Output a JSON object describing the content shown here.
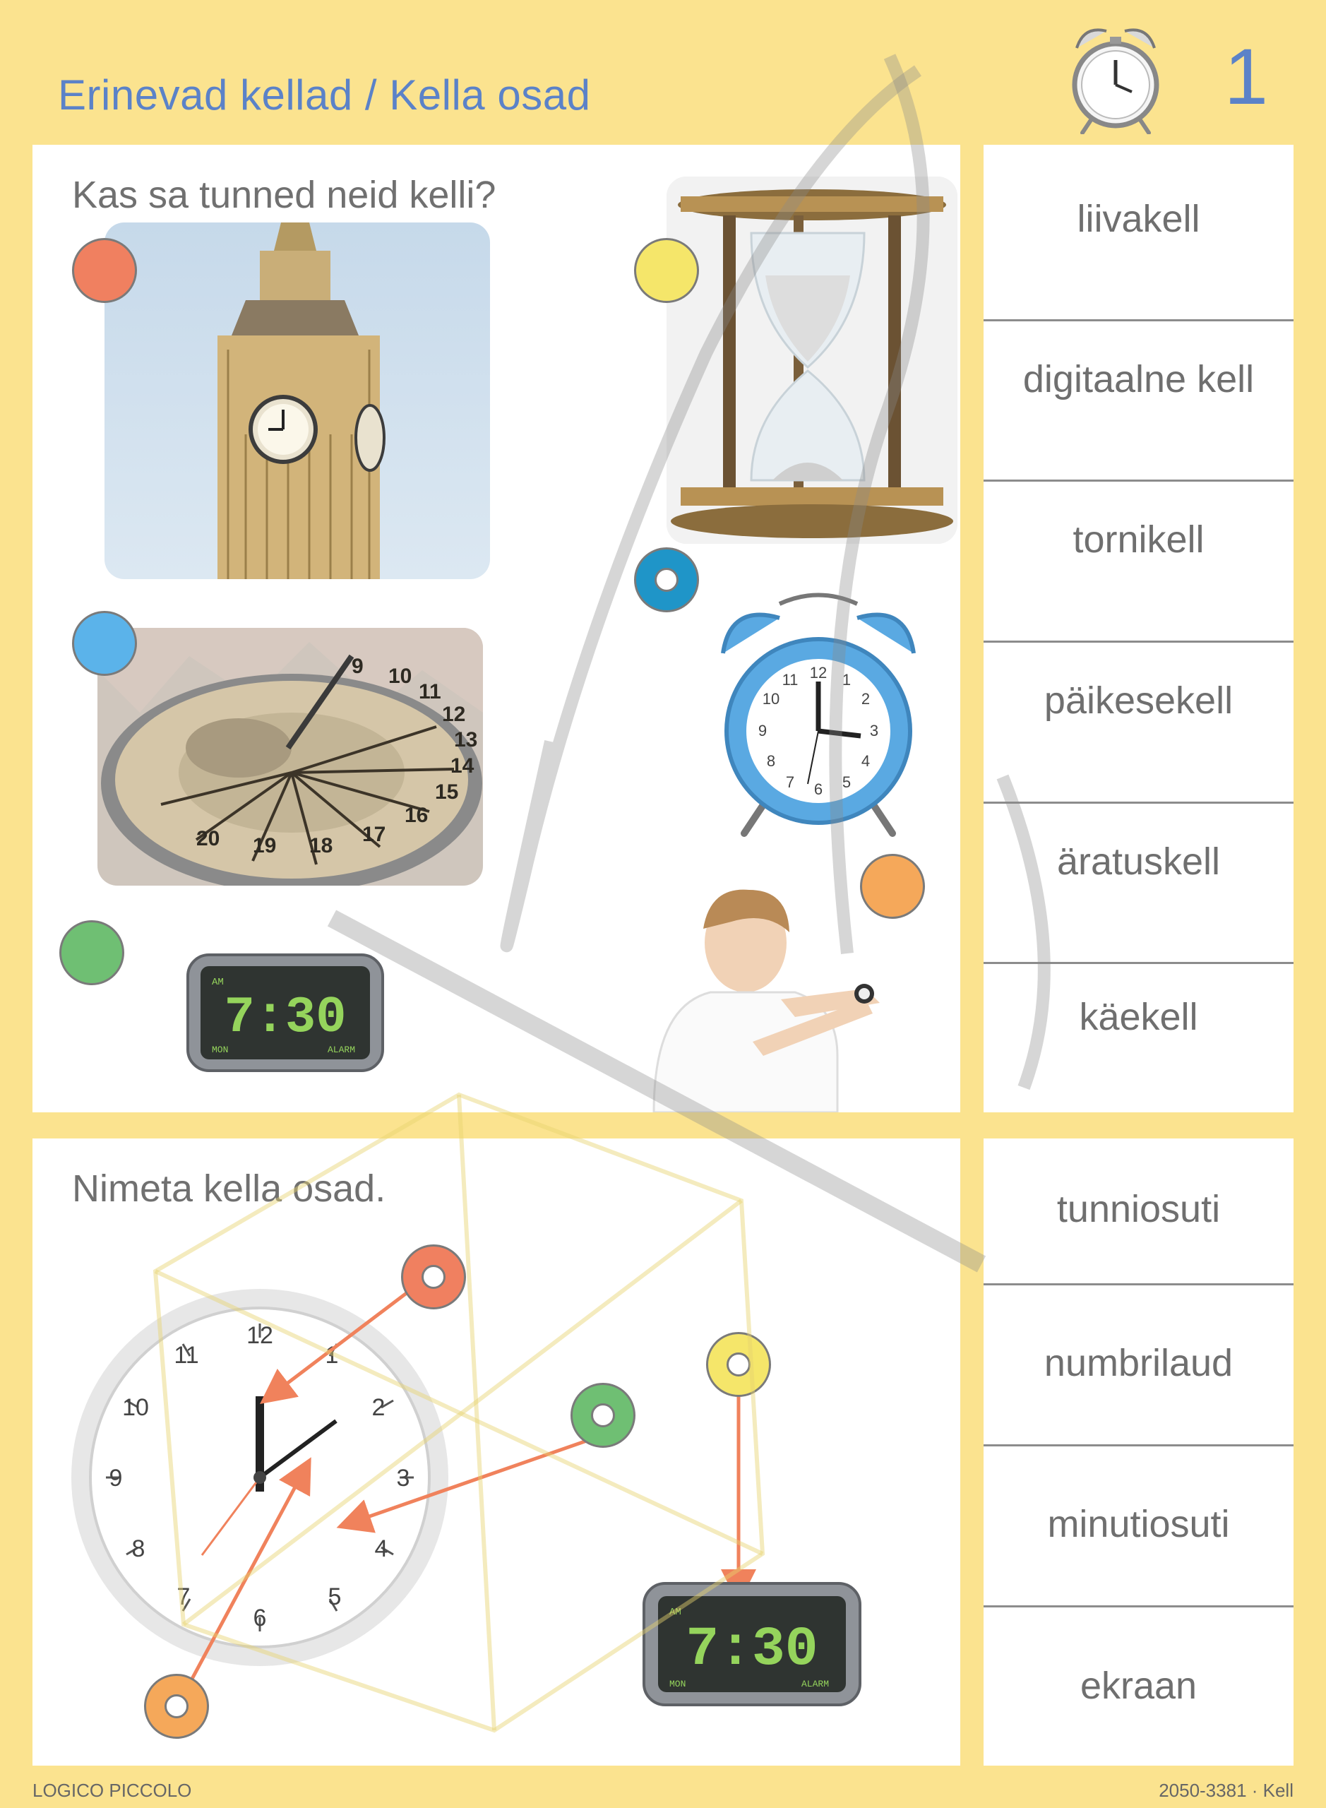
{
  "header": {
    "title": "Erinevad kellad / Kella osad",
    "page_number": "1",
    "icon": "alarm-clock-icon"
  },
  "section1": {
    "prompt": "Kas sa tunned neid kelli?",
    "labels": [
      "liivakell",
      "digitaalne kell",
      "tornikell",
      "päikesekell",
      "äratuskell",
      "käekell"
    ],
    "images": [
      "tower-clock",
      "hourglass",
      "sundial",
      "alarm-clock",
      "digital-alarm-clock",
      "wristwatch-boy"
    ],
    "marker_colors": {
      "orange": "#F08060",
      "yellow": "#F5E66A",
      "blue": "#5BB3EA",
      "teal": "#1F95C8",
      "light-orange": "#F5A85A",
      "green": "#6FBF73"
    },
    "sundial_numbers": [
      "20",
      "19",
      "18",
      "17",
      "16",
      "15",
      "14",
      "13",
      "12",
      "11",
      "10",
      "9"
    ],
    "digital_display": {
      "am": "AM",
      "time": "7:30",
      "day": "MON",
      "alarm": "ALARM"
    }
  },
  "section2": {
    "prompt": "Nimeta kella osad.",
    "labels": [
      "tunniosuti",
      "numbrilaud",
      "minutiosuti",
      "ekraan"
    ],
    "clock_numbers": [
      "12",
      "1",
      "2",
      "3",
      "4",
      "5",
      "6",
      "7",
      "8",
      "9",
      "10",
      "11"
    ],
    "arrow_color": "#F0825C",
    "digital_display": {
      "am": "AM",
      "time": "7:30",
      "day": "MON",
      "alarm": "ALARM"
    }
  },
  "footer": {
    "left": "LOGICO PICCOLO",
    "right": "2050-3381 · Kell"
  }
}
